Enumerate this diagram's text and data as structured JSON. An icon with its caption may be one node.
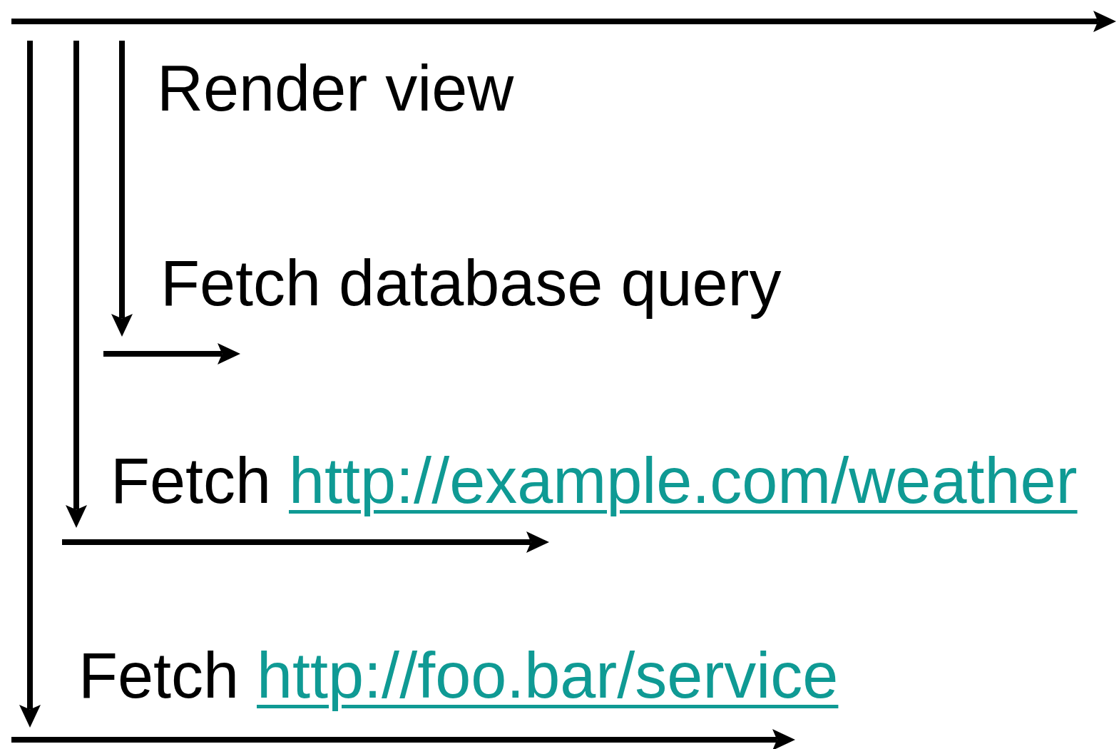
{
  "diagram": {
    "labels": [
      "Render view",
      "Fetch database query",
      "Fetch",
      "http://example.com/weather",
      "Fetch",
      "http://foo.bar/service"
    ]
  }
}
